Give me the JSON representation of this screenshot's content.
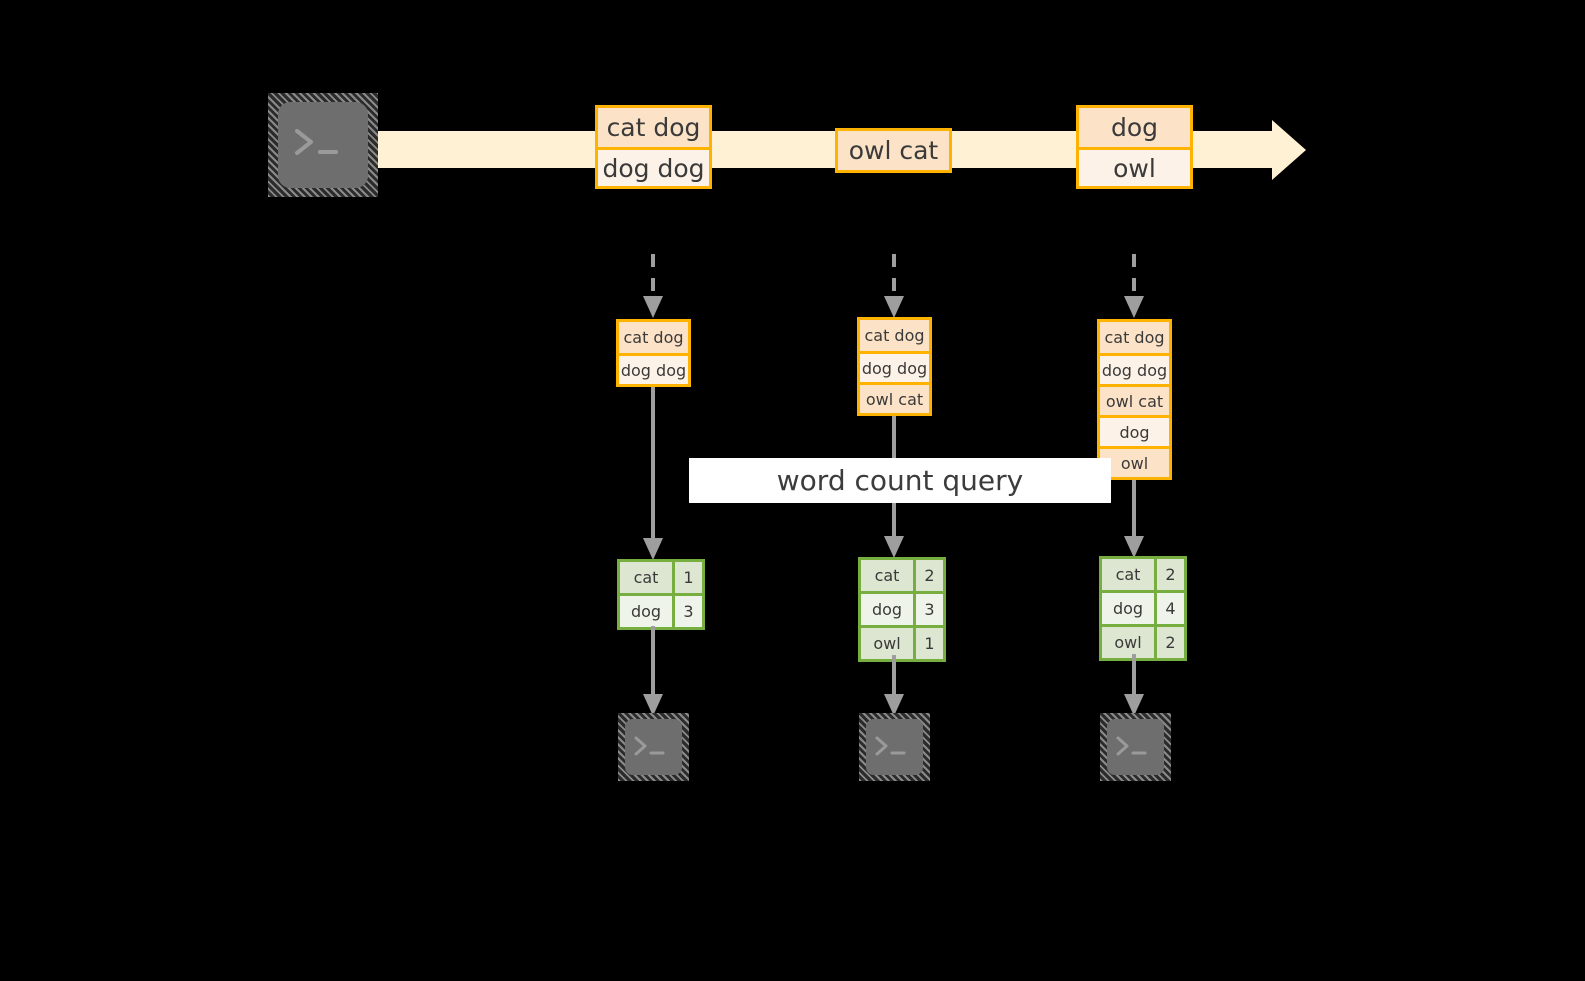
{
  "diagram": {
    "title": "word count query streaming diagram",
    "colors": {
      "orange_border": "#FFB300",
      "orange_fill_dark": "#FCE2C6",
      "orange_fill_light": "#FDF2E7",
      "green_border": "#76AE40",
      "green_fill_dark": "#DCE6D1",
      "green_fill_light": "#EFF4EA",
      "arrow_fill": "#FFF2D4",
      "connector_gray": "#9E9E9E",
      "terminal_gray": "#6E6E6E",
      "background": "#000000",
      "banner_bg": "#FFFFFF",
      "text": "#3A3A3A"
    },
    "source": {
      "icon": "terminal-icon",
      "prompt": ">_"
    },
    "timeline": {
      "events": [
        {
          "rows": [
            {
              "text": "cat dog",
              "shade": "dark"
            },
            {
              "text": "dog dog",
              "shade": "light"
            }
          ]
        },
        {
          "rows": [
            {
              "text": "owl cat",
              "shade": "dark"
            }
          ]
        },
        {
          "rows": [
            {
              "text": "dog",
              "shade": "dark"
            },
            {
              "text": "owl",
              "shade": "light"
            }
          ]
        }
      ]
    },
    "banner": {
      "label": "word count query"
    },
    "snapshots": [
      {
        "name": "snapshot-1",
        "input_rows": [
          {
            "text": "cat dog",
            "shade": "dark"
          },
          {
            "text": "dog dog",
            "shade": "light"
          }
        ],
        "result_rows": [
          {
            "word": "cat",
            "count": "1",
            "shade": "dark"
          },
          {
            "word": "dog",
            "count": "3",
            "shade": "light"
          }
        ],
        "sink": {
          "icon": "terminal-icon",
          "prompt": ">_"
        }
      },
      {
        "name": "snapshot-2",
        "input_rows": [
          {
            "text": "cat dog",
            "shade": "dark"
          },
          {
            "text": "dog dog",
            "shade": "light"
          },
          {
            "text": "owl cat",
            "shade": "dark"
          }
        ],
        "result_rows": [
          {
            "word": "cat",
            "count": "2",
            "shade": "dark"
          },
          {
            "word": "dog",
            "count": "3",
            "shade": "light"
          },
          {
            "word": "owl",
            "count": "1",
            "shade": "dark"
          }
        ],
        "sink": {
          "icon": "terminal-icon",
          "prompt": ">_"
        }
      },
      {
        "name": "snapshot-3",
        "input_rows": [
          {
            "text": "cat dog",
            "shade": "dark"
          },
          {
            "text": "dog dog",
            "shade": "light"
          },
          {
            "text": "owl cat",
            "shade": "dark"
          },
          {
            "text": "dog",
            "shade": "light"
          },
          {
            "text": "owl",
            "shade": "dark"
          }
        ],
        "result_rows": [
          {
            "word": "cat",
            "count": "2",
            "shade": "dark"
          },
          {
            "word": "dog",
            "count": "4",
            "shade": "light"
          },
          {
            "word": "owl",
            "count": "2",
            "shade": "dark"
          }
        ],
        "sink": {
          "icon": "terminal-icon",
          "prompt": ">_"
        }
      }
    ]
  }
}
